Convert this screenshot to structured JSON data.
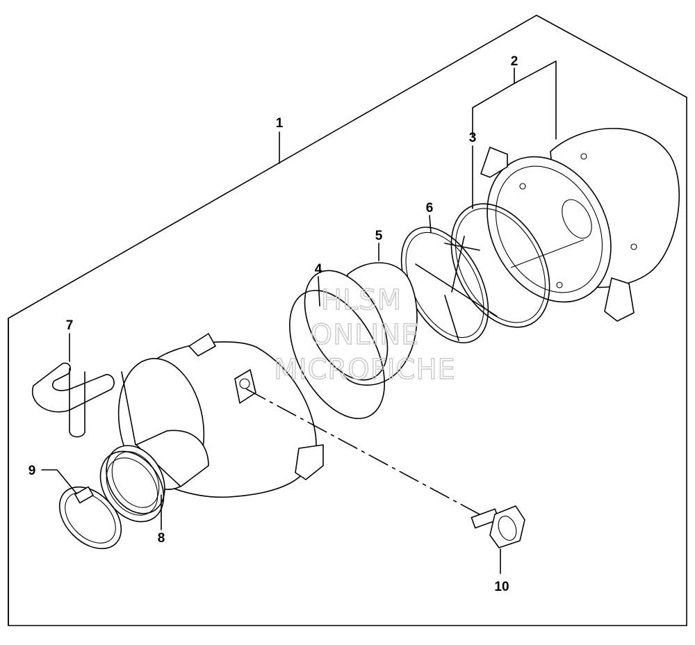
{
  "diagram": {
    "callouts": [
      {
        "id": "1",
        "label": "1"
      },
      {
        "id": "2",
        "label": "2"
      },
      {
        "id": "3",
        "label": "3"
      },
      {
        "id": "4",
        "label": "4"
      },
      {
        "id": "5",
        "label": "5"
      },
      {
        "id": "6",
        "label": "6"
      },
      {
        "id": "7",
        "label": "7"
      },
      {
        "id": "8",
        "label": "8"
      },
      {
        "id": "9",
        "label": "9"
      },
      {
        "id": "10",
        "label": "10"
      }
    ],
    "watermark": {
      "line1": "HLSM",
      "line2": "ONLINE",
      "line3": "MICROFICHE"
    }
  }
}
